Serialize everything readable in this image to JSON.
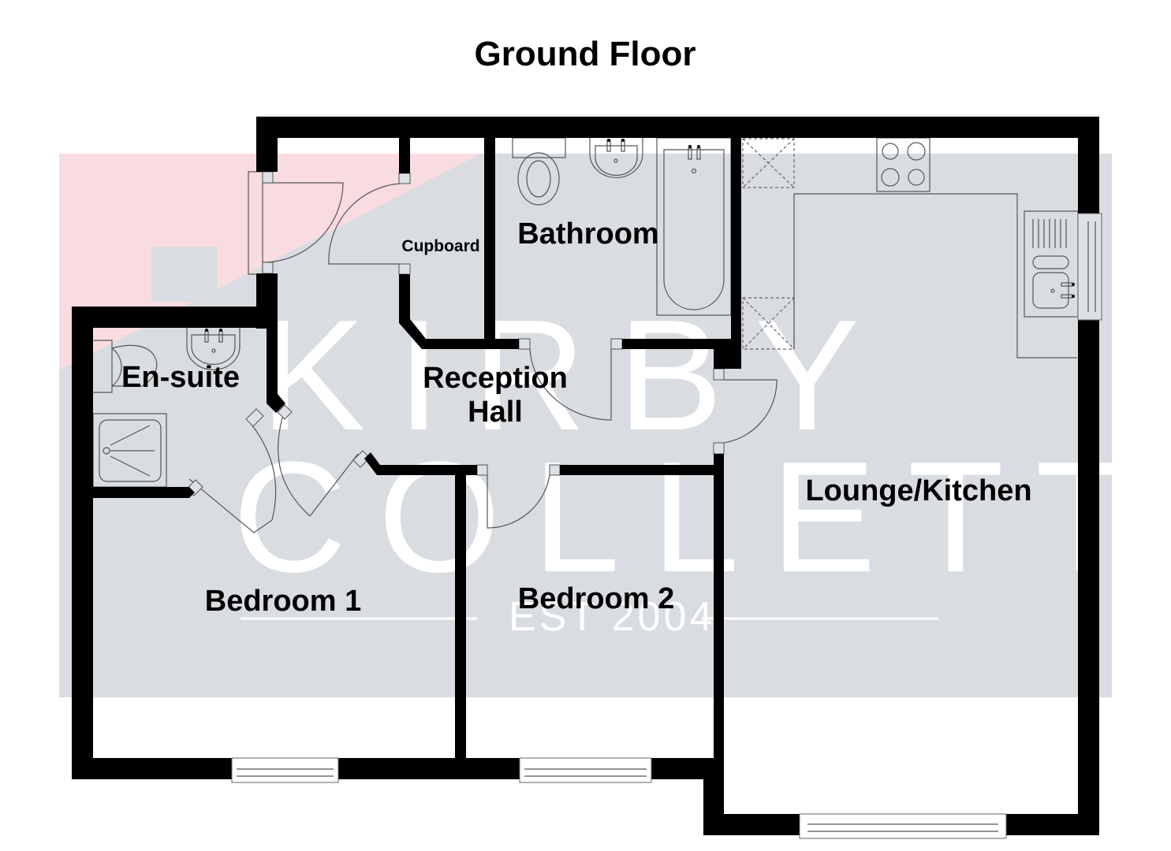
{
  "floor_plan": {
    "title": "Ground Floor",
    "rooms": {
      "ensuite": "En-suite",
      "reception_line1": "Reception",
      "reception_line2": "Hall",
      "cupboard": "Cupboard",
      "bathroom": "Bathroom",
      "lounge_kitchen": "Lounge/Kitchen",
      "bedroom1": "Bedroom 1",
      "bedroom2": "Bedroom 2"
    },
    "watermark": {
      "line1": "KIRBY",
      "line2": "COLLETTI",
      "line3": "EST 2004"
    },
    "colors": {
      "wall": "#000000",
      "watermark_grey": "#d9dde1",
      "watermark_pink": "#f9dcdf",
      "background": "#ffffff"
    }
  }
}
